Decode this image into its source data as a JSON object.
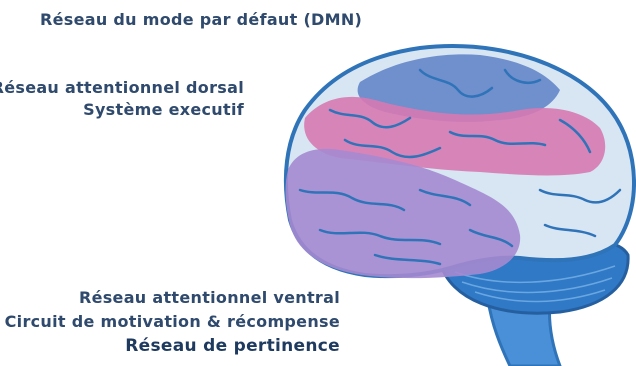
{
  "labels": {
    "dmn": "Réseau du mode par défaut (DMN)",
    "dorsal": "Réseau attentionnel dorsal",
    "executive": "Système executif",
    "ventral": "Réseau attentionnel ventral",
    "motivation": "Circuit de motivation & récompense",
    "salience": "Réseau de pertinence"
  },
  "colors": {
    "text": "#2f4a6d",
    "brain_outline": "#2f73b8",
    "brain_fill": "#d7e6f2",
    "dmn_region": "#5d7fc7",
    "executive_region": "#d779b3",
    "salience_region": "#a58ad0",
    "cerebellum": "#2f79c6",
    "brainstem": "#4a90d9"
  }
}
